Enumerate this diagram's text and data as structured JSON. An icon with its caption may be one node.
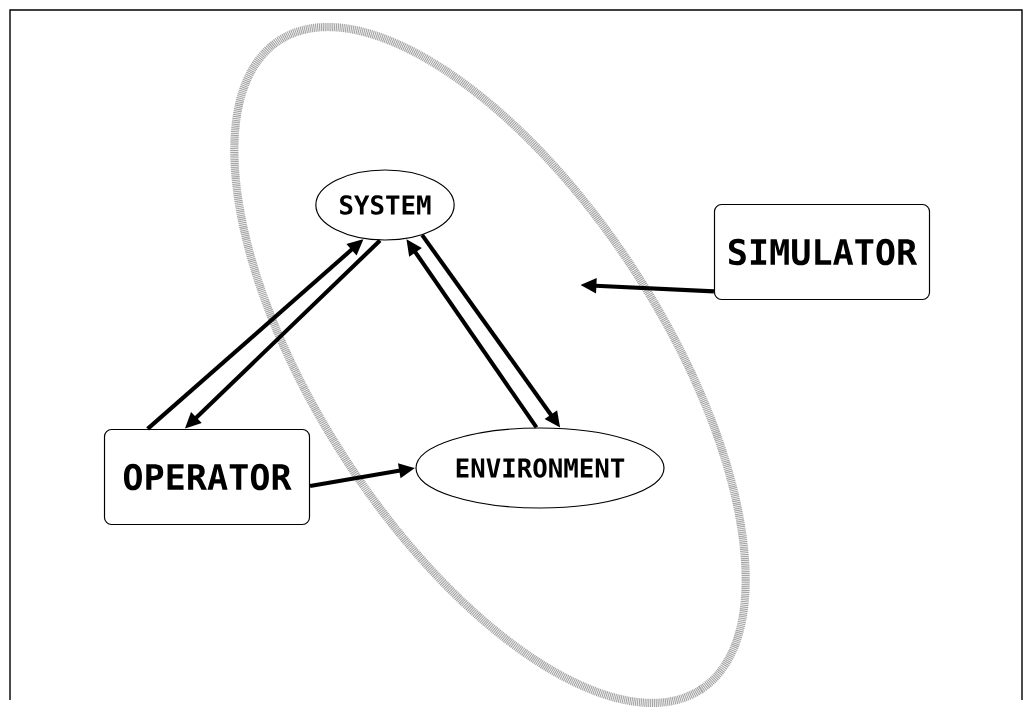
{
  "diagram": {
    "nodes": [
      {
        "text": [],
        "shape": "ellipse"
      },
      {
        "text": [
          "SYSTEM"
        ],
        "in": 0
      },
      {
        "text": [
          "ENVIRONMENT"
        ],
        "in": 0
      },
      {
        "text": [
          "OPERATOR"
        ]
      },
      {
        "text": [
          "SIMULATOR"
        ]
      }
    ],
    "edges": [
      {
        "from": 3,
        "to": 1,
        "arrow": "to"
      },
      {
        "from": 1,
        "to": 3,
        "arrow": "to"
      },
      {
        "from": 1,
        "to": 2,
        "arrow": "to"
      },
      {
        "from": 2,
        "to": 1,
        "arrow": "to"
      },
      {
        "from": 3,
        "to": 2,
        "arrow": "to"
      },
      {
        "from": 4,
        "to": 0,
        "arrow": "to"
      }
    ]
  }
}
